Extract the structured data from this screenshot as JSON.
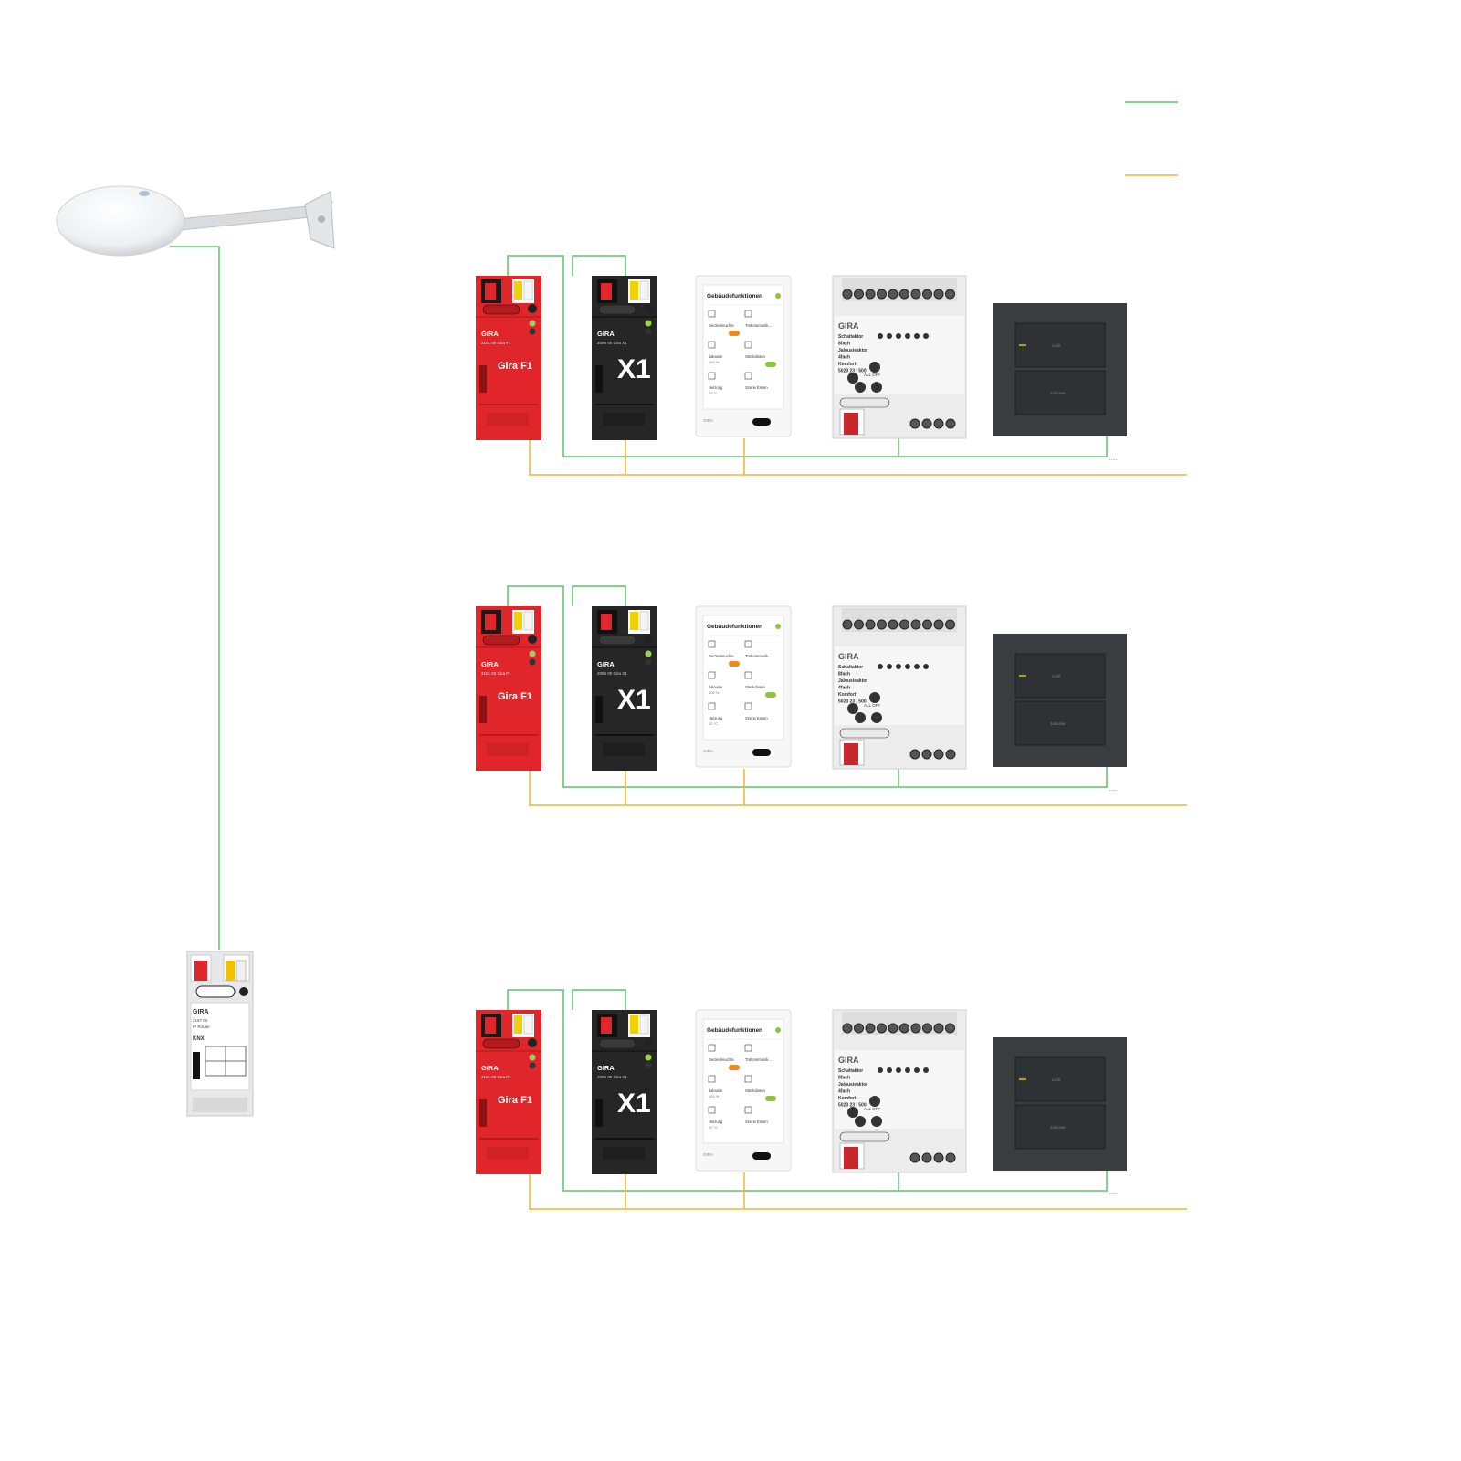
{
  "legend": [
    {
      "id": "knx-ip",
      "color": "#5cc46a"
    },
    {
      "id": "knx-bus",
      "color": "#f2b630"
    }
  ],
  "colors": {
    "green_line": "#5cc46a",
    "yellow_line": "#f2b630",
    "red_module": "#e0262b",
    "black_module": "#262626",
    "gray_module": "#e4e4e4",
    "switch_frame": "#3a3d3f"
  },
  "weather_station": {
    "icon": "weather-station-icon"
  },
  "ip_router": {
    "brand": "GIRA",
    "model_line1": "2167 00",
    "model_line2": "IP Router",
    "logo": "KNX"
  },
  "rows": [
    {
      "f1": {
        "brand": "GIRA",
        "name": "Gira F1",
        "model": "2101 00 Gira F1"
      },
      "x1": {
        "brand": "GIRA",
        "name": "X1",
        "model": "2096 00 Gira X1"
      },
      "panel": {
        "title": "Gebäudefunktionen",
        "brand": "GIRA",
        "tiles": [
          "Deckenleuchte",
          "Türkommunik...",
          "Jalousie",
          "Steckdosen",
          "Heizung",
          "Szene Essen"
        ],
        "values": [
          "100 %",
          "20 °C"
        ]
      },
      "actuator": {
        "brand": "GIRA",
        "lines": [
          "Schaltaktor",
          "8fach",
          "Jalousieaktor",
          "4fach",
          "Komfort",
          "5023 23 | 500"
        ],
        "all_off": "ALL OFF"
      },
      "switch": {
        "label_top": "Licht",
        "label_bottom": "Jalousie"
      },
      "continuation": "...."
    },
    {
      "f1": {
        "brand": "GIRA",
        "name": "Gira F1",
        "model": "2101 00 Gira F1"
      },
      "x1": {
        "brand": "GIRA",
        "name": "X1",
        "model": "2096 00 Gira X1"
      },
      "panel": {
        "title": "Gebäudefunktionen",
        "brand": "GIRA",
        "tiles": [
          "Deckenleuchte",
          "Türkommunik...",
          "Jalousie",
          "Steckdosen",
          "Heizung",
          "Szene Essen"
        ],
        "values": [
          "100 %",
          "20 °C"
        ]
      },
      "actuator": {
        "brand": "GIRA",
        "lines": [
          "Schaltaktor",
          "8fach",
          "Jalousieaktor",
          "4fach",
          "Komfort",
          "5023 23 | 500"
        ],
        "all_off": "ALL OFF"
      },
      "switch": {
        "label_top": "Licht",
        "label_bottom": "Jalousie"
      },
      "continuation": "...."
    },
    {
      "f1": {
        "brand": "GIRA",
        "name": "Gira F1",
        "model": "2101 00 Gira F1"
      },
      "x1": {
        "brand": "GIRA",
        "name": "X1",
        "model": "2096 00 Gira X1"
      },
      "panel": {
        "title": "Gebäudefunktionen",
        "brand": "GIRA",
        "tiles": [
          "Deckenleuchte",
          "Türkommunik...",
          "Jalousie",
          "Steckdosen",
          "Heizung",
          "Szene Essen"
        ],
        "values": [
          "100 %",
          "20 °C"
        ]
      },
      "actuator": {
        "brand": "GIRA",
        "lines": [
          "Schaltaktor",
          "8fach",
          "Jalousieaktor",
          "4fach",
          "Komfort",
          "5023 23 | 500"
        ],
        "all_off": "ALL OFF"
      },
      "switch": {
        "label_top": "Licht",
        "label_bottom": "Jalousie"
      },
      "continuation": "...."
    }
  ]
}
